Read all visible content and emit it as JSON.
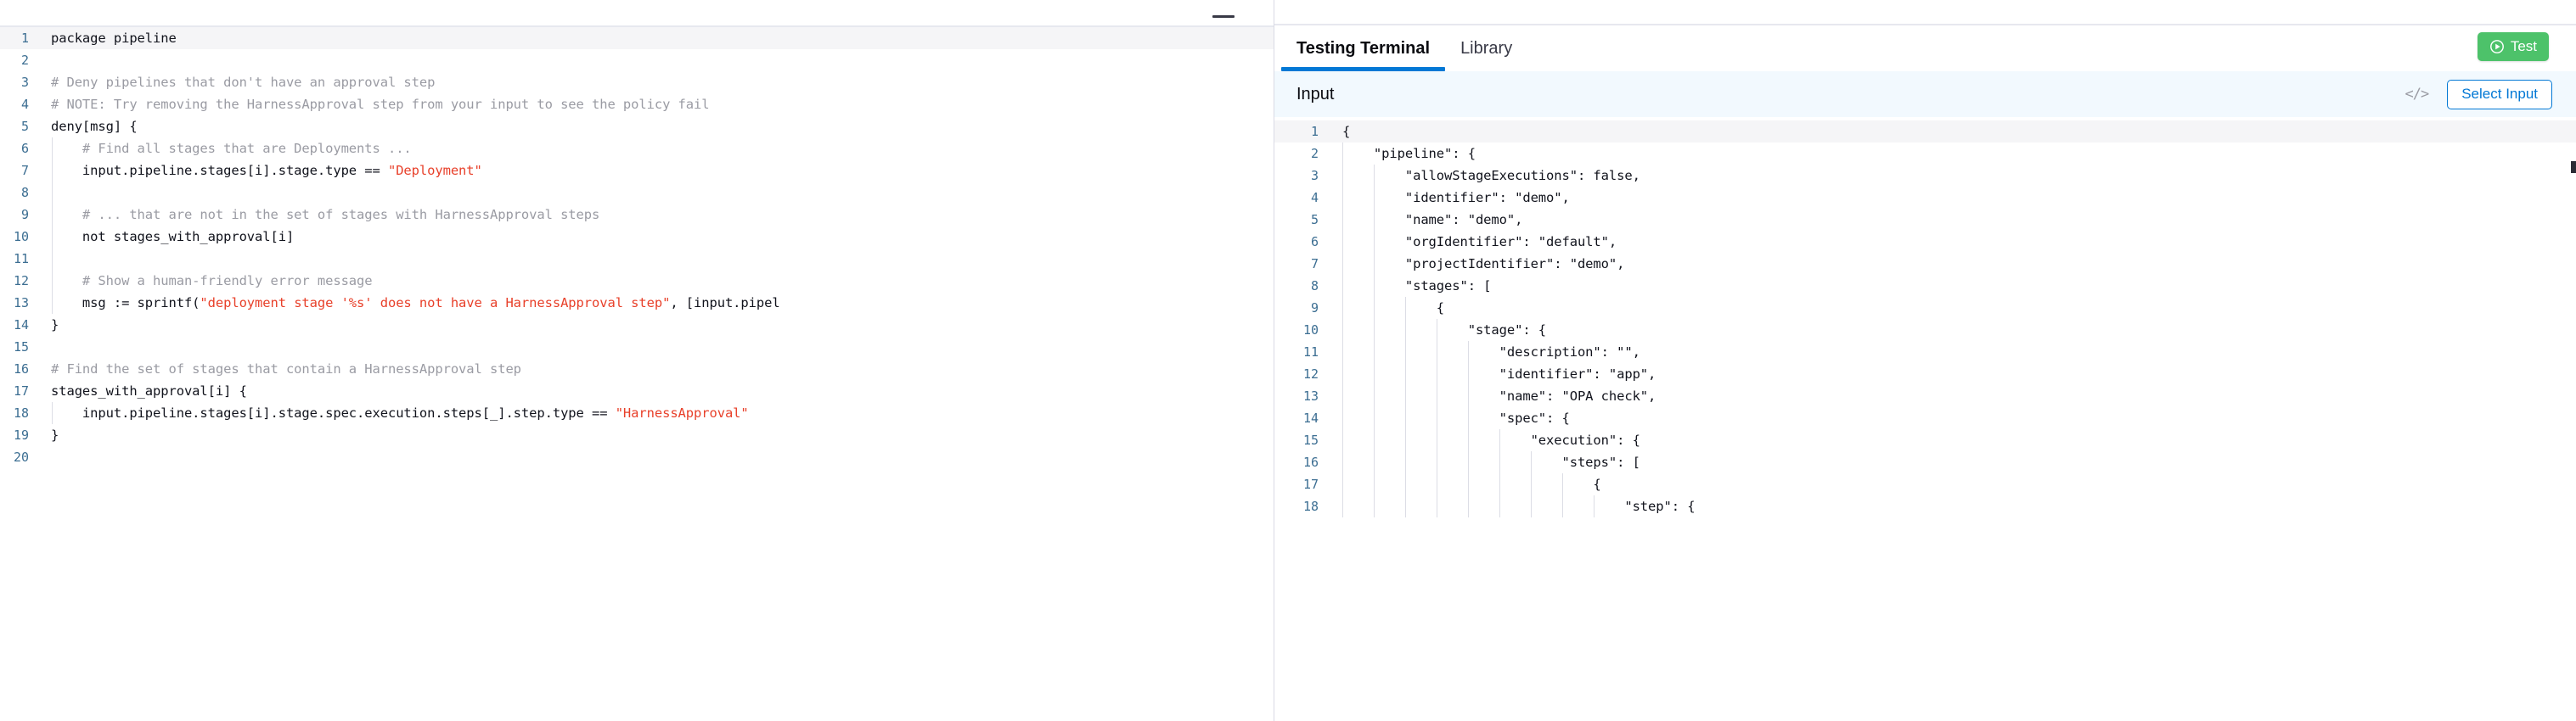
{
  "editor": {
    "minimize_icon": "minimize-icon",
    "language": "rego",
    "current_line": 1,
    "lines": [
      {
        "n": 1,
        "segments": [
          {
            "t": "package pipeline",
            "k": "plain"
          }
        ],
        "indent": 0
      },
      {
        "n": 2,
        "segments": [],
        "indent": 0
      },
      {
        "n": 3,
        "segments": [
          {
            "t": "# Deny pipelines that don't have an approval step",
            "k": "comment"
          }
        ],
        "indent": 0
      },
      {
        "n": 4,
        "segments": [
          {
            "t": "# NOTE: Try removing the HarnessApproval step from your input to see the policy fail",
            "k": "comment"
          }
        ],
        "indent": 0
      },
      {
        "n": 5,
        "segments": [
          {
            "t": "deny[msg] {",
            "k": "plain"
          }
        ],
        "indent": 0
      },
      {
        "n": 6,
        "segments": [
          {
            "t": "    # Find all stages that are Deployments ...",
            "k": "comment"
          }
        ],
        "indent": 1
      },
      {
        "n": 7,
        "segments": [
          {
            "t": "    input.pipeline.stages[i].stage.type == ",
            "k": "plain"
          },
          {
            "t": "\"Deployment\"",
            "k": "string"
          }
        ],
        "indent": 1
      },
      {
        "n": 8,
        "segments": [],
        "indent": 1
      },
      {
        "n": 9,
        "segments": [
          {
            "t": "    # ... that are not in the set of stages with HarnessApproval steps",
            "k": "comment"
          }
        ],
        "indent": 1
      },
      {
        "n": 10,
        "segments": [
          {
            "t": "    not stages_with_approval[i]",
            "k": "plain"
          }
        ],
        "indent": 1
      },
      {
        "n": 11,
        "segments": [],
        "indent": 1
      },
      {
        "n": 12,
        "segments": [
          {
            "t": "    # Show a human-friendly error message",
            "k": "comment"
          }
        ],
        "indent": 1
      },
      {
        "n": 13,
        "segments": [
          {
            "t": "    msg := sprintf(",
            "k": "plain"
          },
          {
            "t": "\"deployment stage '%s' does not have a HarnessApproval step\"",
            "k": "string"
          },
          {
            "t": ", [input.pipel",
            "k": "plain"
          }
        ],
        "indent": 1
      },
      {
        "n": 14,
        "segments": [
          {
            "t": "}",
            "k": "plain"
          }
        ],
        "indent": 0
      },
      {
        "n": 15,
        "segments": [],
        "indent": 0
      },
      {
        "n": 16,
        "segments": [
          {
            "t": "# Find the set of stages that contain a HarnessApproval step",
            "k": "comment"
          }
        ],
        "indent": 0
      },
      {
        "n": 17,
        "segments": [
          {
            "t": "stages_with_approval[i] {",
            "k": "plain"
          }
        ],
        "indent": 0
      },
      {
        "n": 18,
        "segments": [
          {
            "t": "    input.pipeline.stages[i].stage.spec.execution.steps[_].step.type == ",
            "k": "plain"
          },
          {
            "t": "\"HarnessApproval\"",
            "k": "string"
          }
        ],
        "indent": 1
      },
      {
        "n": 19,
        "segments": [
          {
            "t": "}",
            "k": "plain"
          }
        ],
        "indent": 0
      },
      {
        "n": 20,
        "segments": [],
        "indent": 0
      }
    ]
  },
  "terminal": {
    "tabs": [
      {
        "label": "Testing Terminal",
        "active": true
      },
      {
        "label": "Library",
        "active": false
      }
    ],
    "test_button": {
      "label": "Test",
      "icon": "play-circle-icon",
      "color": "#4dc26a"
    },
    "input_panel": {
      "title": "Input",
      "code_toggle_icon": "code-brackets-icon",
      "code_toggle_label": "</>",
      "select_input_label": "Select Input",
      "accent_color": "#0278d5",
      "current_line": 1,
      "lines": [
        {
          "n": 1,
          "text": "{",
          "guides": 0
        },
        {
          "n": 2,
          "text": "    \"pipeline\": {",
          "guides": 1
        },
        {
          "n": 3,
          "text": "        \"allowStageExecutions\": false,",
          "guides": 2
        },
        {
          "n": 4,
          "text": "        \"identifier\": \"demo\",",
          "guides": 2
        },
        {
          "n": 5,
          "text": "        \"name\": \"demo\",",
          "guides": 2
        },
        {
          "n": 6,
          "text": "        \"orgIdentifier\": \"default\",",
          "guides": 2
        },
        {
          "n": 7,
          "text": "        \"projectIdentifier\": \"demo\",",
          "guides": 2
        },
        {
          "n": 8,
          "text": "        \"stages\": [",
          "guides": 2
        },
        {
          "n": 9,
          "text": "            {",
          "guides": 3
        },
        {
          "n": 10,
          "text": "                \"stage\": {",
          "guides": 4
        },
        {
          "n": 11,
          "text": "                    \"description\": \"\",",
          "guides": 5
        },
        {
          "n": 12,
          "text": "                    \"identifier\": \"app\",",
          "guides": 5
        },
        {
          "n": 13,
          "text": "                    \"name\": \"OPA check\",",
          "guides": 5
        },
        {
          "n": 14,
          "text": "                    \"spec\": {",
          "guides": 5
        },
        {
          "n": 15,
          "text": "                        \"execution\": {",
          "guides": 6
        },
        {
          "n": 16,
          "text": "                            \"steps\": [",
          "guides": 7
        },
        {
          "n": 17,
          "text": "                                {",
          "guides": 8
        },
        {
          "n": 18,
          "text": "                                    \"step\": {",
          "guides": 9
        }
      ]
    }
  }
}
